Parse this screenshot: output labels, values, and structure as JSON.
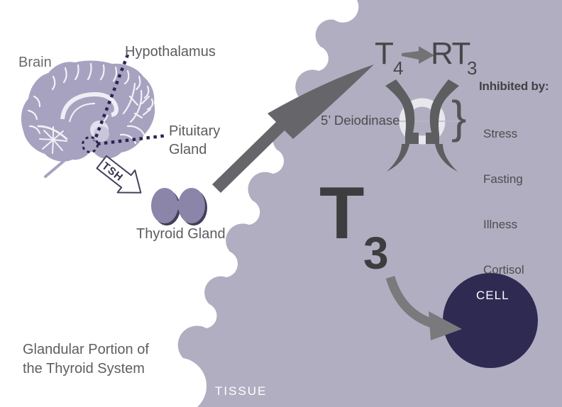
{
  "colors": {
    "background": "#ffffff",
    "tissue": "#b2aec1",
    "brain": "#a7a2c0",
    "thyroid": "#8b85a9",
    "thyroid_shadow": "#433e59",
    "cell": "#2e2a52",
    "arrow_gray": "#66666a",
    "enzyme_ring": "#e8e7ee",
    "enzyme_blade": "#5d5e60",
    "dotted_navy": "#2b2550",
    "label_gray": "#5c5c60",
    "white_text": "#ffffff"
  },
  "glandular_side": {
    "brain_label": "Brain",
    "hypothalamus_label": "Hypothalamus",
    "pituitary_label_line1": "Pituitary",
    "pituitary_label_line2": "Gland",
    "tsh_arrow_label": "TSH",
    "thyroid_label": "Thyroid Gland",
    "caption_line1": "Glandular Portion of",
    "caption_line2": "the Thyroid System"
  },
  "tissue_side": {
    "tissue_label": "TISSUE",
    "t4": {
      "main": "T",
      "sub": "4"
    },
    "rt3": {
      "main": "RT",
      "sub": "3"
    },
    "deiodinase_label": "5’ Deiodinase",
    "brace": "}",
    "inhibited": {
      "title": "Inhibited by:",
      "items": [
        "Stress",
        "Fasting",
        "Illness",
        "Cortisol"
      ]
    },
    "t3": {
      "main": "T",
      "sub": "3"
    },
    "cell_label": "CELL"
  }
}
